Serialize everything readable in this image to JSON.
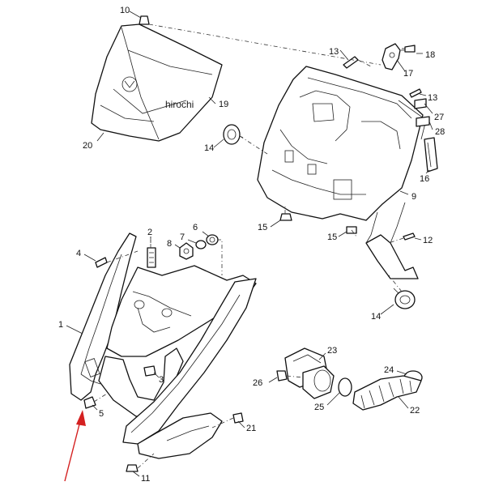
{
  "watermark": "hirochi",
  "callouts": [
    {
      "id": "c10",
      "text": "10"
    },
    {
      "id": "c13a",
      "text": "13"
    },
    {
      "id": "c18",
      "text": "18"
    },
    {
      "id": "c17",
      "text": "17"
    },
    {
      "id": "c13b",
      "text": "13"
    },
    {
      "id": "c27",
      "text": "27"
    },
    {
      "id": "c28",
      "text": "28"
    },
    {
      "id": "c19",
      "text": "19"
    },
    {
      "id": "c20",
      "text": "20"
    },
    {
      "id": "c14a",
      "text": "14"
    },
    {
      "id": "c16",
      "text": "16"
    },
    {
      "id": "c9",
      "text": "9"
    },
    {
      "id": "c15a",
      "text": "15"
    },
    {
      "id": "c15b",
      "text": "15"
    },
    {
      "id": "c12",
      "text": "12"
    },
    {
      "id": "c14b",
      "text": "14"
    },
    {
      "id": "c2",
      "text": "2"
    },
    {
      "id": "c6",
      "text": "6"
    },
    {
      "id": "c7",
      "text": "7"
    },
    {
      "id": "c8",
      "text": "8"
    },
    {
      "id": "c4",
      "text": "4"
    },
    {
      "id": "c1",
      "text": "1"
    },
    {
      "id": "c3",
      "text": "3"
    },
    {
      "id": "c5",
      "text": "5"
    },
    {
      "id": "c23",
      "text": "23"
    },
    {
      "id": "c26",
      "text": "26"
    },
    {
      "id": "c24",
      "text": "24"
    },
    {
      "id": "c25",
      "text": "25"
    },
    {
      "id": "c22",
      "text": "22"
    },
    {
      "id": "c21",
      "text": "21"
    },
    {
      "id": "c11",
      "text": "11"
    }
  ],
  "colors": {
    "line": "#111111",
    "arrow": "#d42020",
    "background": "#ffffff"
  }
}
